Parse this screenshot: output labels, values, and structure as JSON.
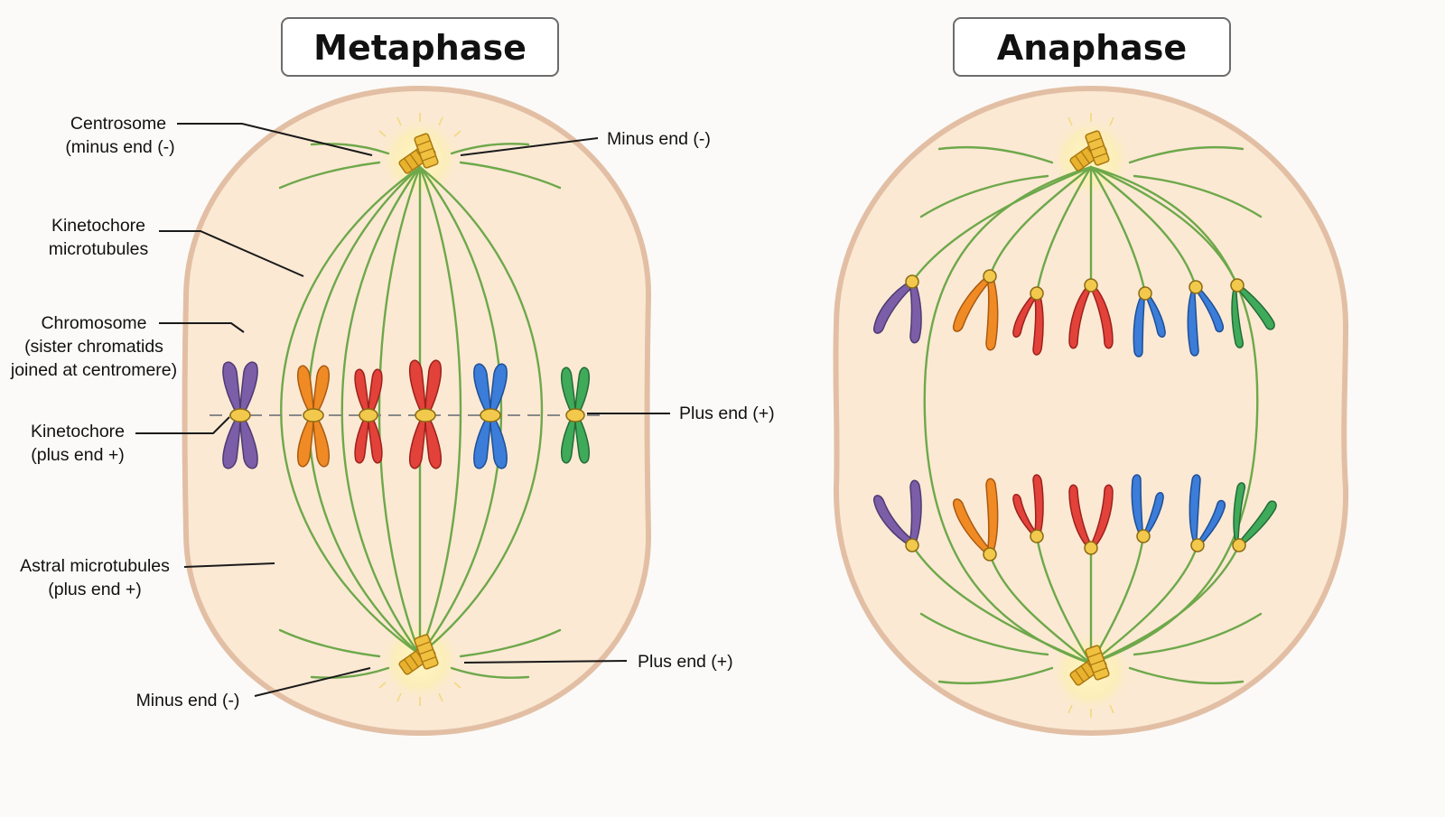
{
  "titles": {
    "metaphase": "Metaphase",
    "anaphase": "Anaphase"
  },
  "labels": {
    "centrosome_line1": "Centrosome",
    "centrosome_line2": "(minus end (-)",
    "kinetochore_mt_line1": "Kinetochore",
    "kinetochore_mt_line2": "microtubules",
    "chromosome_line1": "Chromosome",
    "chromosome_line2": "(sister chromatids",
    "chromosome_line3": "joined at centromere)",
    "kinetochore_line1": "Kinetochore",
    "kinetochore_line2": "(plus end +)",
    "astral_line1": "Astral microtubules",
    "astral_line2": "(plus end +)",
    "minus_end_bottom": "Minus end (-)",
    "minus_end_top_right": "Minus end (-)",
    "plus_end_middle": "Plus end (+)",
    "plus_end_bottom": "Plus end (+)"
  },
  "chromosome_colors": [
    "#7b5ea7",
    "#f08a24",
    "#e2423a",
    "#e2423a",
    "#3b7dd8",
    "#3faa5a"
  ],
  "colors": {
    "cell_fill": "#fbe9d4",
    "cell_border": "#e2bfa4",
    "microtubule": "#6ea84a",
    "centrosome": "#e8b12e",
    "kinetochore": "#f2c94c"
  },
  "icons": {
    "centrosome": "centriole-pair-icon"
  }
}
